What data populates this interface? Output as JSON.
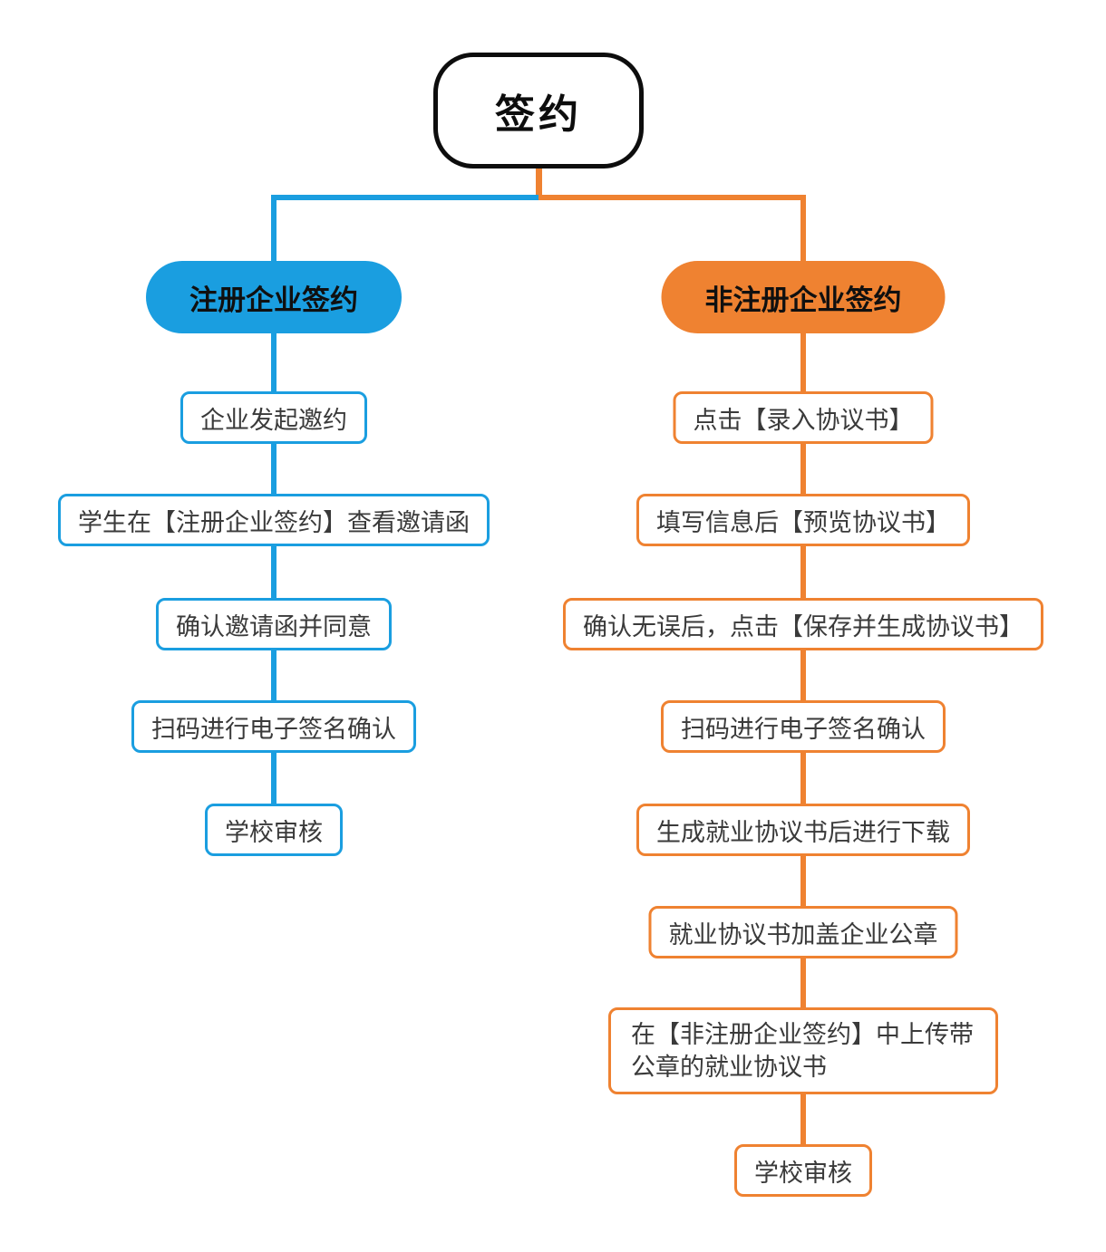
{
  "diagram": {
    "root_label": "签约",
    "colors": {
      "blue": "#1A9EE0",
      "orange": "#EF8231",
      "root_border": "#0d0d0d"
    },
    "branches": {
      "left": {
        "title": "注册企业签约",
        "steps": [
          "企业发起邀约",
          "学生在【注册企业签约】查看邀请函",
          "确认邀请函并同意",
          "扫码进行电子签名确认",
          "学校审核"
        ]
      },
      "right": {
        "title": "非注册企业签约",
        "steps": [
          "点击【录入协议书】",
          "填写信息后【预览协议书】",
          "确认无误后，点击【保存并生成协议书】",
          "扫码进行电子签名确认",
          "生成就业协议书后进行下载",
          "就业协议书加盖企业公章",
          "在【非注册企业签约】中上传带公章的就业协议书",
          "学校审核"
        ]
      }
    }
  }
}
